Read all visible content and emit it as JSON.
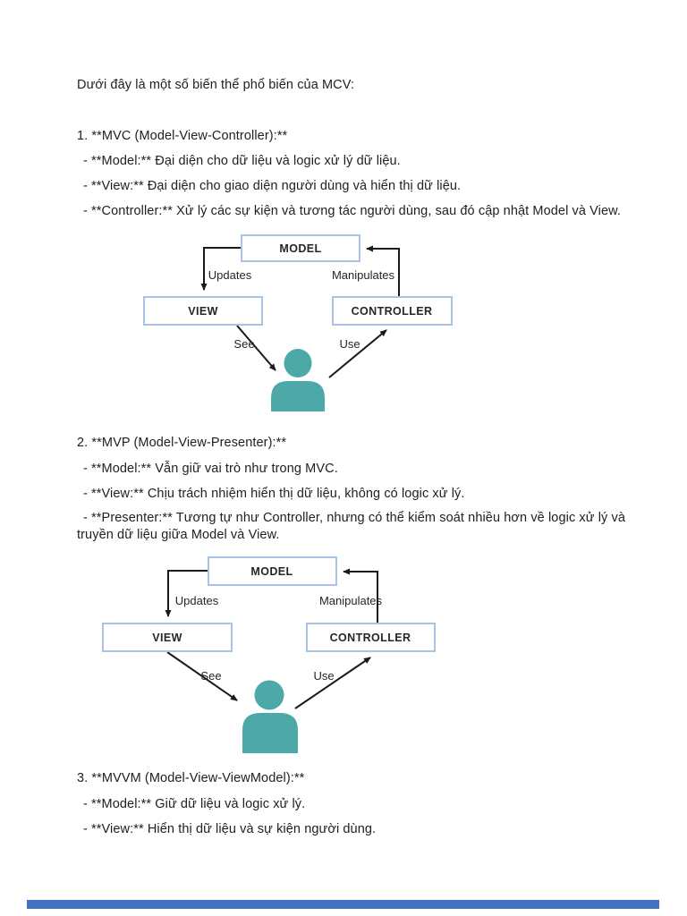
{
  "doc": {
    "intro": "Dưới đây là một số biến thể phổ biến của MCV:",
    "sections": [
      {
        "heading": "1. **MVC (Model-View-Controller):**",
        "items": [
          "- **Model:** Đại diện cho dữ liệu và logic xử lý dữ liệu.",
          "- **View:** Đại diện cho giao diện người dùng và hiển thị dữ liệu.",
          "- **Controller:** Xử lý các sự kiện và tương tác người dùng, sau đó cập nhật Model và View."
        ]
      },
      {
        "heading": "2. **MVP (Model-View-Presenter):**",
        "items": [
          "- **Model:** Vẫn giữ vai trò như trong MVC.",
          "- **View:** Chịu trách nhiệm hiển thị dữ liệu, không có logic xử lý.",
          "- **Presenter:** Tương tự như Controller, nhưng có thể kiểm soát nhiều hơn về logic xử lý và",
          "truyền dữ liệu giữa Model và View."
        ]
      },
      {
        "heading": "3. **MVVM (Model-View-ViewModel):**",
        "items": [
          "- **Model:** Giữ dữ liệu và logic xử lý.",
          "- **View:** Hiển thị dữ liệu và sự kiện người dùng."
        ]
      }
    ]
  },
  "diagram": {
    "boxes": {
      "model": "MODEL",
      "view": "VIEW",
      "controller": "CONTROLLER"
    },
    "labels": {
      "updates": "Updates",
      "manipulates": "Manipulates",
      "see": "See",
      "use": "Use"
    }
  },
  "colors": {
    "box_border": "#a8c3e4",
    "arrow": "#1a1a1a",
    "person": "#4da8a8",
    "text": "#212121",
    "bottom_bar": "#4472c4"
  }
}
